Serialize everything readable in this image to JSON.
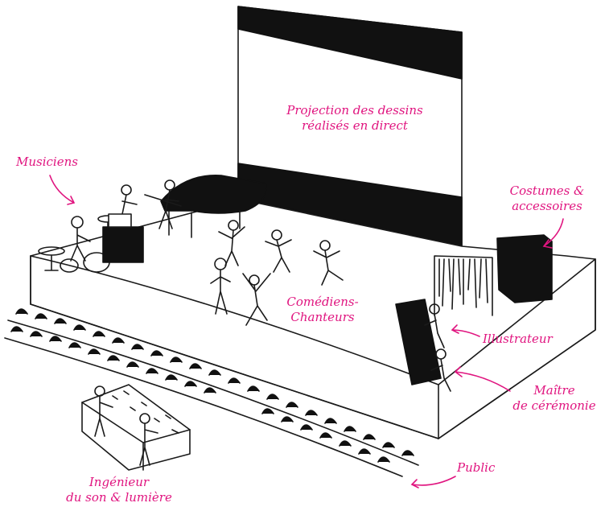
{
  "colors": {
    "ink": "#1a1a1a",
    "accent": "#e0147f",
    "screen_band": "#111111",
    "paper": "#ffffff"
  },
  "labels": {
    "projection": "Projection des dessins\nréalisés en direct",
    "musiciens": "Musiciens",
    "costumes": "Costumes &\naccessoires",
    "comediens": "Comédiens-\nChanteurs",
    "illustrateur": "Illustrateur",
    "maitre": "Maître\nde cérémonie",
    "public": "Public",
    "ingenieur": "Ingénieur\ndu son & lumière"
  },
  "icons": [
    "projection-screen",
    "grand-piano",
    "drum-kit",
    "costume-rack",
    "drawing-desk",
    "mixing-console",
    "audience-seats"
  ]
}
